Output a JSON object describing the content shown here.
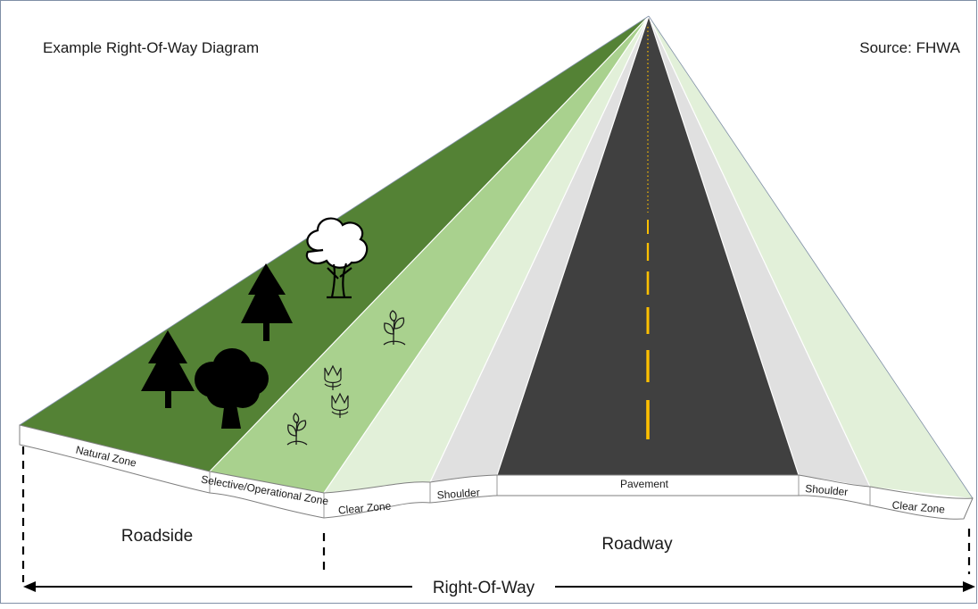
{
  "title": "Example Right-Of-Way Diagram",
  "source": "Source: FHWA",
  "zones": {
    "natural": "Natural Zone",
    "selective": "Selective/Operational Zone",
    "clear_left": "Clear Zone",
    "shoulder_left": "Shoulder",
    "pavement": "Pavement",
    "shoulder_right": "Shoulder",
    "clear_right": "Clear Zone"
  },
  "areas": {
    "roadside": "Roadside",
    "roadway": "Roadway",
    "right_of_way": "Right-Of-Way"
  },
  "icons": [
    "pine-tree-icon",
    "deciduous-tree-icon",
    "sprout-icon",
    "tulip-icon"
  ],
  "colors": {
    "natural_zone": "#548235",
    "selective_zone": "#a9d18e",
    "clear_zone": "#e2f0d9",
    "shoulder": "#e0e0e0",
    "pavement": "#404040",
    "center_line": "#ffc000"
  }
}
